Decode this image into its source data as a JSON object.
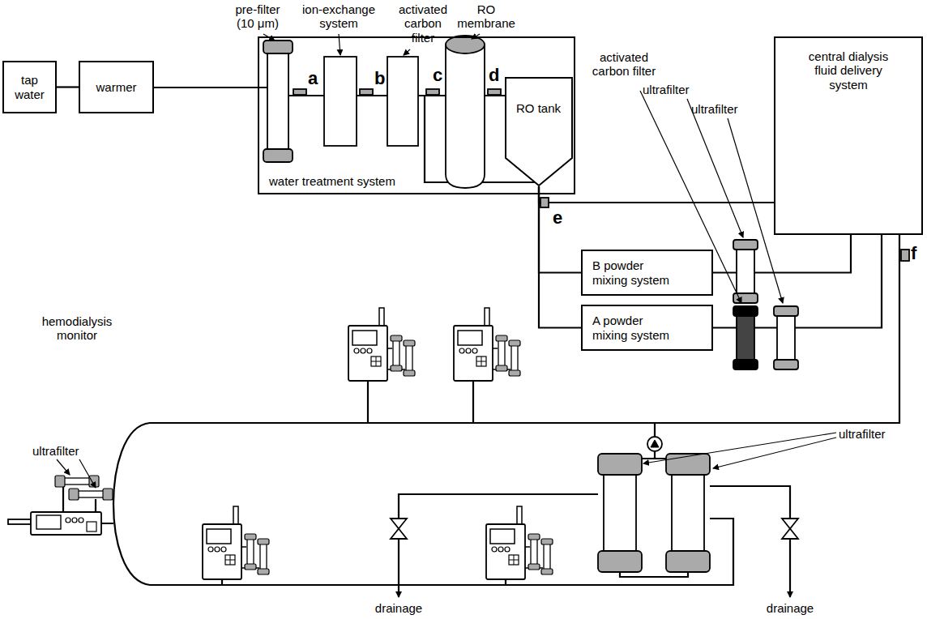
{
  "diagram": {
    "nodes": [
      {
        "text": [
          "tap water"
        ]
      },
      {
        "text": [
          "warmer"
        ]
      },
      {
        "text": [
          "water treatment system"
        ]
      },
      {
        "text": [
          "RO tank"
        ],
        "in": 2
      },
      {
        "text": [
          "central dialysis fluid delivery system"
        ]
      },
      {
        "text": [
          "B powder mixing system"
        ]
      },
      {
        "text": [
          "A powder mixing system"
        ]
      }
    ],
    "edges": [
      {
        "from": 0,
        "to": 1,
        "arrow": "none"
      },
      {
        "from": 1,
        "to": 2,
        "arrow": "none"
      },
      {
        "from": 3,
        "to": 4,
        "arrow": "none"
      },
      {
        "from": 3,
        "to": 5,
        "arrow": "none"
      },
      {
        "from": 3,
        "to": 6,
        "arrow": "none"
      },
      {
        "from": 5,
        "to": 4,
        "arrow": "none"
      },
      {
        "from": 6,
        "to": 4,
        "arrow": "none"
      }
    ],
    "labels": [
      "pre-filter (10 μm)",
      "ion-exchange system",
      "activated carbon filter",
      "RO membrane",
      "a",
      "b",
      "c",
      "d",
      "e",
      "f",
      "activated carbon filter",
      "ultrafilter",
      "ultrafilter",
      "hemodialysis monitor",
      "ultrafilter",
      "ultrafilter",
      "drainage",
      "drainage"
    ]
  }
}
